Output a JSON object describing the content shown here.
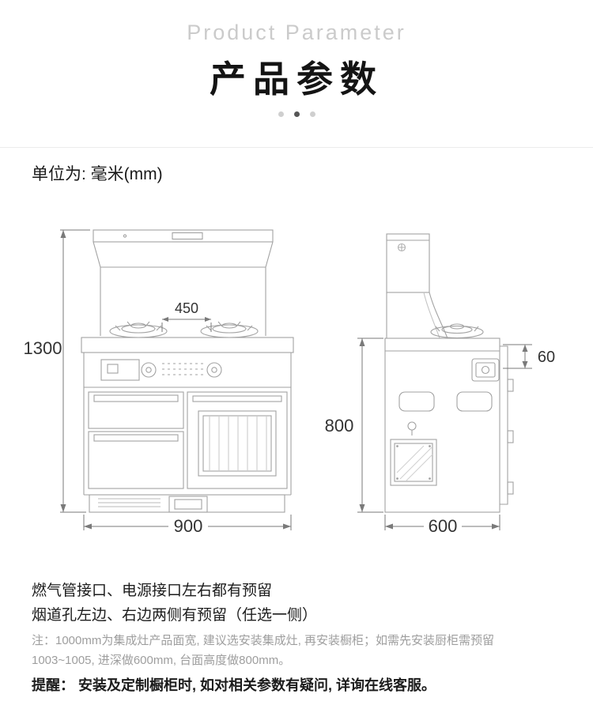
{
  "header": {
    "subtitle": "Product Parameter",
    "title": "产品参数"
  },
  "pagination": {
    "count": 3,
    "active_index": 1
  },
  "content": {
    "units_label": "单位为: 毫米(mm)"
  },
  "diagram": {
    "front": {
      "height": "1300",
      "burner_gap": "450",
      "width": "900"
    },
    "side": {
      "burner_height": "60",
      "height": "800",
      "depth": "600"
    }
  },
  "footer": {
    "line1": "燃气管接口、电源接口左右都有预留",
    "line2": "烟道孔左边、右边两侧有预留（任选一侧）",
    "note_line1": "注：1000mm为集成灶产品面宽, 建议选安装集成灶, 再安装橱柜；如需先安装厨柜需预留",
    "note_line2": "1003~1005, 进深做600mm, 台面高度做800mm。",
    "reminder": "提醒： 安装及定制橱柜时, 如对相关参数有疑问, 详询在线客服。"
  }
}
